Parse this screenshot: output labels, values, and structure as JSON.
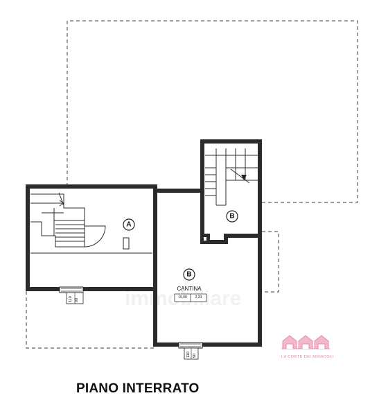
{
  "plan": {
    "rooms": [
      {
        "id": "room-a",
        "label": "A"
      },
      {
        "id": "room-b-main",
        "label": "B",
        "name": "CANTINA",
        "area": "19,00",
        "height": "2,33"
      },
      {
        "id": "room-b-stair",
        "label": "B"
      }
    ],
    "windows": [
      {
        "id": "window-left",
        "width": "110",
        "height": "90"
      },
      {
        "id": "window-bottom",
        "width": "110",
        "height": "90"
      }
    ]
  },
  "title": "PIANO INTERRATO",
  "logo": {
    "text": "LA CORTE DEI MIRACOLI",
    "color": "#e58aa8"
  }
}
